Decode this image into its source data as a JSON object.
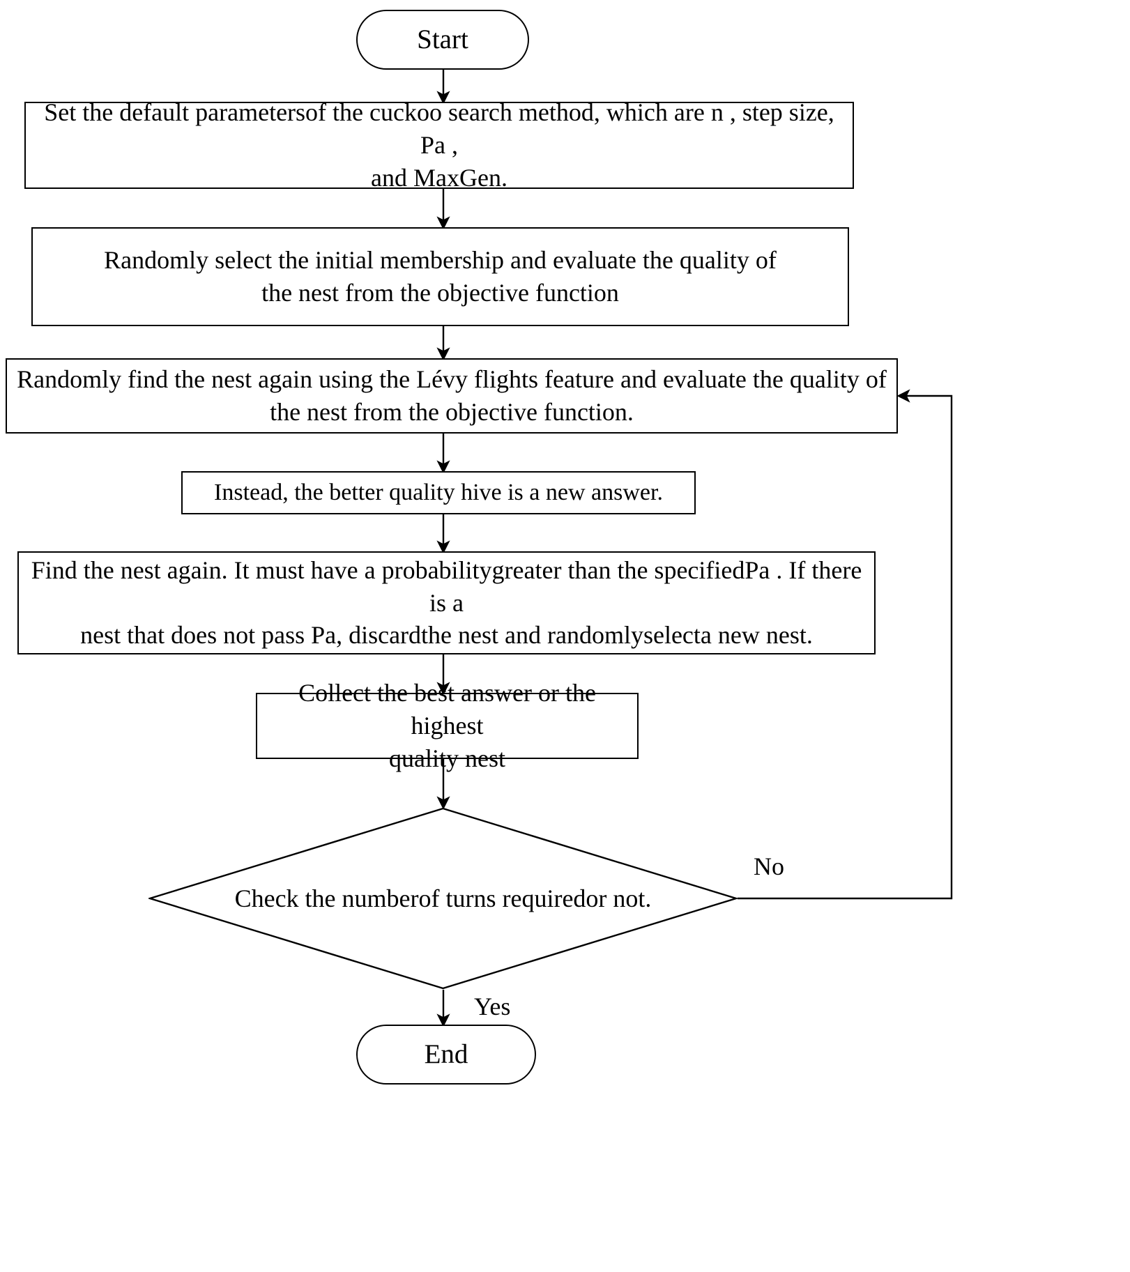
{
  "diagram": {
    "type": "flowchart",
    "title": "Cuckoo search method flowchart",
    "background_color": "#ffffff",
    "stroke_color": "#000000",
    "text_color": "#000000"
  },
  "nodes": {
    "start": {
      "shape": "terminator",
      "label": "Start"
    },
    "box1": {
      "shape": "process",
      "label": "Set the default parametersof the  cuckoo search method, which are n , step size, Pa ,\nand  MaxGen."
    },
    "box2": {
      "shape": "process",
      "label": "Randomly select the initial membership and evaluate the quality of\nthe nest from the  objective function"
    },
    "box3": {
      "shape": "process",
      "label": "Randomly find the nest again using the Lévy flights feature and evaluate the quality of\nthe nest from the objective function."
    },
    "box4": {
      "shape": "process",
      "label": "Instead, the  better quality hive is a  new answer."
    },
    "box5": {
      "shape": "process",
      "label": "Find the nest again. It  must have a   probabilitygreater than the  specifiedPa . If there is a\nnest that does not pass Pa, discardthe nest and  randomlyselecta  new nest."
    },
    "box6": {
      "shape": "process",
      "label": "Collect the best answer or the highest\nquality nest"
    },
    "diamond": {
      "shape": "decision",
      "label": "Check the  numberof turns requiredor not."
    },
    "end": {
      "shape": "terminator",
      "label": "End"
    }
  },
  "edge_labels": {
    "no": "No",
    "yes": "Yes"
  }
}
